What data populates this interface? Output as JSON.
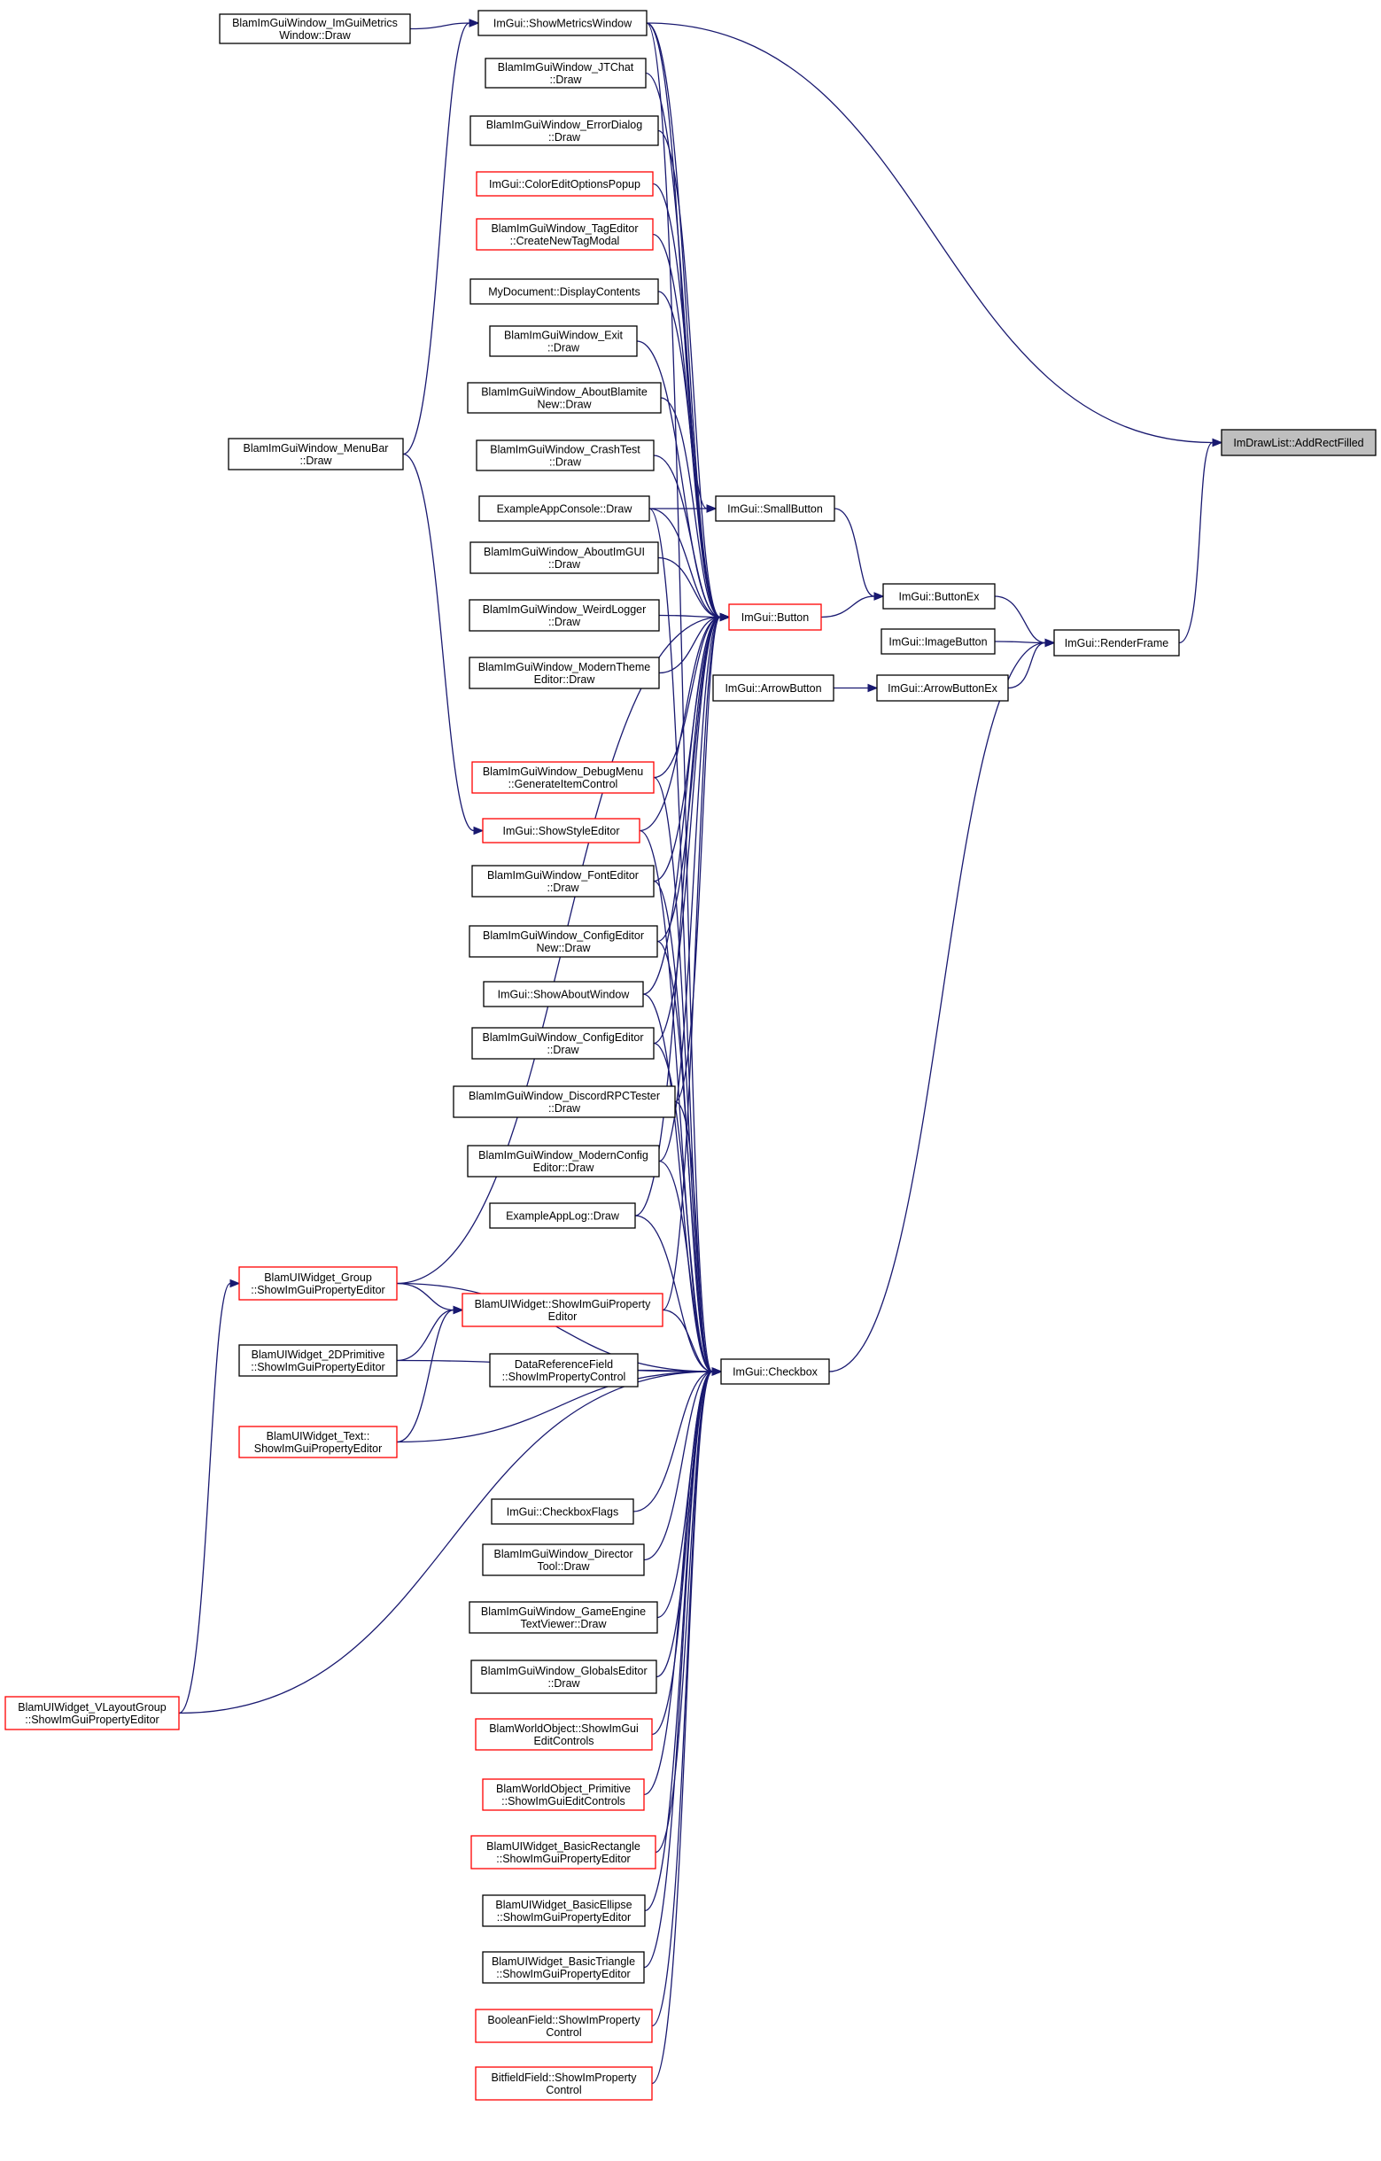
{
  "diagram": {
    "type": "call-graph",
    "colors": {
      "edge": "#191970",
      "node_border_default": "#000000",
      "node_border_highlight": "#ff0000",
      "node_fill_default": "#ffffff",
      "node_fill_target": "#bfbfbf"
    },
    "nodes": [
      {
        "id": "adr",
        "lines": [
          "ImDrawList::AddRectFilled"
        ],
        "style": "target"
      },
      {
        "id": "mw",
        "lines": [
          "ImGui::ShowMetricsWindow"
        ],
        "style": "normal"
      },
      {
        "id": "metdraw",
        "lines": [
          "BlamImGuiWindow_ImGuiMetrics",
          "Window::Draw"
        ],
        "style": "normal"
      },
      {
        "id": "jtchat",
        "lines": [
          "BlamImGuiWindow_JTChat",
          "::Draw"
        ],
        "style": "normal"
      },
      {
        "id": "errdlg",
        "lines": [
          "BlamImGuiWindow_ErrorDialog",
          "::Draw"
        ],
        "style": "normal"
      },
      {
        "id": "coloredit",
        "lines": [
          "ImGui::ColorEditOptionsPopup"
        ],
        "style": "highlight"
      },
      {
        "id": "tageditor",
        "lines": [
          "BlamImGuiWindow_TagEditor",
          "::CreateNewTagModal"
        ],
        "style": "highlight"
      },
      {
        "id": "mydoc",
        "lines": [
          "MyDocument::DisplayContents"
        ],
        "style": "normal"
      },
      {
        "id": "exit",
        "lines": [
          "BlamImGuiWindow_Exit",
          "::Draw"
        ],
        "style": "normal"
      },
      {
        "id": "aboutblamite",
        "lines": [
          "BlamImGuiWindow_AboutBlamite",
          "New::Draw"
        ],
        "style": "normal"
      },
      {
        "id": "menubar",
        "lines": [
          "BlamImGuiWindow_MenuBar",
          "::Draw"
        ],
        "style": "normal"
      },
      {
        "id": "crashtest",
        "lines": [
          "BlamImGuiWindow_CrashTest",
          "::Draw"
        ],
        "style": "normal"
      },
      {
        "id": "console",
        "lines": [
          "ExampleAppConsole::Draw"
        ],
        "style": "normal"
      },
      {
        "id": "smallbutton",
        "lines": [
          "ImGui::SmallButton"
        ],
        "style": "normal"
      },
      {
        "id": "aboutimgui",
        "lines": [
          "BlamImGuiWindow_AboutImGUI",
          "::Draw"
        ],
        "style": "normal"
      },
      {
        "id": "buttonex",
        "lines": [
          "ImGui::ButtonEx"
        ],
        "style": "normal"
      },
      {
        "id": "button",
        "lines": [
          "ImGui::Button"
        ],
        "style": "highlight"
      },
      {
        "id": "weirdlogger",
        "lines": [
          "BlamImGuiWindow_WeirdLogger",
          "::Draw"
        ],
        "style": "normal"
      },
      {
        "id": "imagebutton",
        "lines": [
          "ImGui::ImageButton"
        ],
        "style": "normal"
      },
      {
        "id": "renderframe",
        "lines": [
          "ImGui::RenderFrame"
        ],
        "style": "normal"
      },
      {
        "id": "moderntheme",
        "lines": [
          "BlamImGuiWindow_ModernTheme",
          "Editor::Draw"
        ],
        "style": "normal"
      },
      {
        "id": "arrowbutton",
        "lines": [
          "ImGui::ArrowButton"
        ],
        "style": "normal"
      },
      {
        "id": "arrowbuttonex",
        "lines": [
          "ImGui::ArrowButtonEx"
        ],
        "style": "normal"
      },
      {
        "id": "debugmenu",
        "lines": [
          "BlamImGuiWindow_DebugMenu",
          "::GenerateItemControl"
        ],
        "style": "highlight"
      },
      {
        "id": "styleeditor",
        "lines": [
          "ImGui::ShowStyleEditor"
        ],
        "style": "highlight"
      },
      {
        "id": "fonteditor",
        "lines": [
          "BlamImGuiWindow_FontEditor",
          "::Draw"
        ],
        "style": "normal"
      },
      {
        "id": "configeditornew",
        "lines": [
          "BlamImGuiWindow_ConfigEditor",
          "New::Draw"
        ],
        "style": "normal"
      },
      {
        "id": "aboutwindow",
        "lines": [
          "ImGui::ShowAboutWindow"
        ],
        "style": "normal"
      },
      {
        "id": "configeditor",
        "lines": [
          "BlamImGuiWindow_ConfigEditor",
          "::Draw"
        ],
        "style": "normal"
      },
      {
        "id": "discord",
        "lines": [
          "BlamImGuiWindow_DiscordRPCTester",
          "::Draw"
        ],
        "style": "normal"
      },
      {
        "id": "modernconfig",
        "lines": [
          "BlamImGuiWindow_ModernConfig",
          "Editor::Draw"
        ],
        "style": "normal"
      },
      {
        "id": "applog",
        "lines": [
          "ExampleAppLog::Draw"
        ],
        "style": "normal"
      },
      {
        "id": "group",
        "lines": [
          "BlamUIWidget_Group",
          "::ShowImGuiPropertyEditor"
        ],
        "style": "highlight"
      },
      {
        "id": "uiwidget",
        "lines": [
          "BlamUIWidget::ShowImGuiProperty",
          "Editor"
        ],
        "style": "highlight"
      },
      {
        "id": "prim2d",
        "lines": [
          "BlamUIWidget_2DPrimitive",
          "::ShowImGuiPropertyEditor"
        ],
        "style": "normal"
      },
      {
        "id": "dataref",
        "lines": [
          "DataReferenceField",
          "::ShowImPropertyControl"
        ],
        "style": "normal"
      },
      {
        "id": "checkbox",
        "lines": [
          "ImGui::Checkbox"
        ],
        "style": "normal"
      },
      {
        "id": "text",
        "lines": [
          "BlamUIWidget_Text::",
          "ShowImGuiPropertyEditor"
        ],
        "style": "highlight"
      },
      {
        "id": "checkboxflags",
        "lines": [
          "ImGui::CheckboxFlags"
        ],
        "style": "normal"
      },
      {
        "id": "director",
        "lines": [
          "BlamImGuiWindow_Director",
          "Tool::Draw"
        ],
        "style": "normal"
      },
      {
        "id": "gameengine",
        "lines": [
          "BlamImGuiWindow_GameEngine",
          "TextViewer::Draw"
        ],
        "style": "normal"
      },
      {
        "id": "vlayout",
        "lines": [
          "BlamUIWidget_VLayoutGroup",
          "::ShowImGuiPropertyEditor"
        ],
        "style": "highlight"
      },
      {
        "id": "globals",
        "lines": [
          "BlamImGuiWindow_GlobalsEditor",
          "::Draw"
        ],
        "style": "normal"
      },
      {
        "id": "worldobj",
        "lines": [
          "BlamWorldObject::ShowImGui",
          "EditControls"
        ],
        "style": "highlight"
      },
      {
        "id": "worldprim",
        "lines": [
          "BlamWorldObject_Primitive",
          "::ShowImGuiEditControls"
        ],
        "style": "highlight"
      },
      {
        "id": "basicrect",
        "lines": [
          "BlamUIWidget_BasicRectangle",
          "::ShowImGuiPropertyEditor"
        ],
        "style": "highlight"
      },
      {
        "id": "basicellipse",
        "lines": [
          "BlamUIWidget_BasicEllipse",
          "::ShowImGuiPropertyEditor"
        ],
        "style": "normal"
      },
      {
        "id": "basictriangle",
        "lines": [
          "BlamUIWidget_BasicTriangle",
          "::ShowImGuiPropertyEditor"
        ],
        "style": "normal"
      },
      {
        "id": "boolfield",
        "lines": [
          "BooleanField::ShowImProperty",
          "Control"
        ],
        "style": "highlight"
      },
      {
        "id": "bitfield",
        "lines": [
          "BitfieldField::ShowImProperty",
          "Control"
        ],
        "style": "highlight"
      }
    ],
    "edges": [
      [
        "mw",
        "adr"
      ],
      [
        "renderframe",
        "adr"
      ],
      [
        "metdraw",
        "mw"
      ],
      [
        "menubar",
        "mw"
      ],
      [
        "buttonex",
        "renderframe"
      ],
      [
        "imagebutton",
        "renderframe"
      ],
      [
        "arrowbuttonex",
        "renderframe"
      ],
      [
        "checkbox",
        "renderframe"
      ],
      [
        "smallbutton",
        "buttonex"
      ],
      [
        "button",
        "buttonex"
      ],
      [
        "arrowbutton",
        "arrowbuttonex"
      ],
      [
        "mw",
        "smallbutton"
      ],
      [
        "console",
        "smallbutton"
      ],
      [
        "menubar",
        "styleeditor"
      ],
      [
        "mw",
        "button"
      ],
      [
        "jtchat",
        "button"
      ],
      [
        "errdlg",
        "button"
      ],
      [
        "coloredit",
        "button"
      ],
      [
        "tageditor",
        "button"
      ],
      [
        "mydoc",
        "button"
      ],
      [
        "exit",
        "button"
      ],
      [
        "aboutblamite",
        "button"
      ],
      [
        "crashtest",
        "button"
      ],
      [
        "console",
        "button"
      ],
      [
        "aboutimgui",
        "button"
      ],
      [
        "weirdlogger",
        "button"
      ],
      [
        "moderntheme",
        "button"
      ],
      [
        "debugmenu",
        "button"
      ],
      [
        "styleeditor",
        "button"
      ],
      [
        "fonteditor",
        "button"
      ],
      [
        "configeditornew",
        "button"
      ],
      [
        "aboutwindow",
        "button"
      ],
      [
        "configeditor",
        "button"
      ],
      [
        "discord",
        "button"
      ],
      [
        "modernconfig",
        "button"
      ],
      [
        "applog",
        "button"
      ],
      [
        "uiwidget",
        "button"
      ],
      [
        "group",
        "button"
      ],
      [
        "group",
        "uiwidget"
      ],
      [
        "prim2d",
        "uiwidget"
      ],
      [
        "text",
        "uiwidget"
      ],
      [
        "vlayout",
        "group"
      ],
      [
        "mw",
        "checkbox"
      ],
      [
        "console",
        "checkbox"
      ],
      [
        "debugmenu",
        "checkbox"
      ],
      [
        "styleeditor",
        "checkbox"
      ],
      [
        "fonteditor",
        "checkbox"
      ],
      [
        "configeditornew",
        "checkbox"
      ],
      [
        "aboutwindow",
        "checkbox"
      ],
      [
        "configeditor",
        "checkbox"
      ],
      [
        "discord",
        "checkbox"
      ],
      [
        "modernconfig",
        "checkbox"
      ],
      [
        "applog",
        "checkbox"
      ],
      [
        "group",
        "checkbox"
      ],
      [
        "uiwidget",
        "checkbox"
      ],
      [
        "prim2d",
        "checkbox"
      ],
      [
        "dataref",
        "checkbox"
      ],
      [
        "text",
        "checkbox"
      ],
      [
        "checkboxflags",
        "checkbox"
      ],
      [
        "director",
        "checkbox"
      ],
      [
        "gameengine",
        "checkbox"
      ],
      [
        "globals",
        "checkbox"
      ],
      [
        "worldobj",
        "checkbox"
      ],
      [
        "worldprim",
        "checkbox"
      ],
      [
        "basicrect",
        "checkbox"
      ],
      [
        "basicellipse",
        "checkbox"
      ],
      [
        "basictriangle",
        "checkbox"
      ],
      [
        "boolfield",
        "checkbox"
      ],
      [
        "bitfield",
        "checkbox"
      ],
      [
        "vlayout",
        "checkbox"
      ]
    ]
  }
}
